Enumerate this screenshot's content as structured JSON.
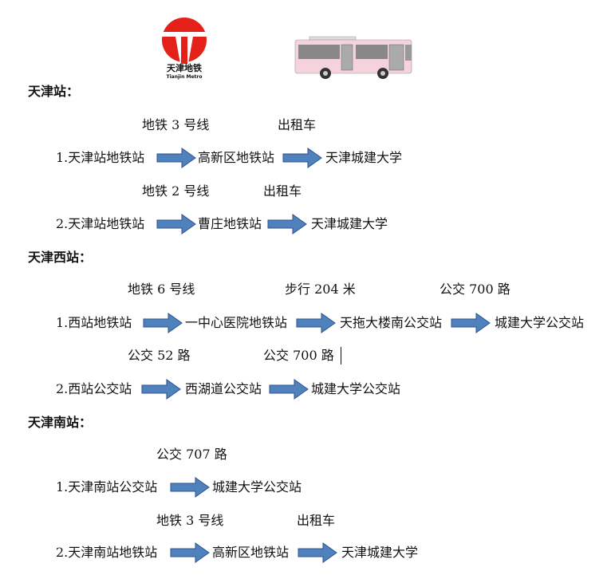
{
  "logos": {
    "metro_text": "天津地铁",
    "metro_subtext": "Tianjin Metro"
  },
  "colors": {
    "arrow_fill": "#4f81bd",
    "arrow_stroke": "#2f528f",
    "metro_red": "#e32119",
    "bus_pink": "#f4d3dc"
  },
  "sections": [
    {
      "title": "天津站：",
      "routes": [
        {
          "labels": [
            "地铁 3 号线",
            "出租车"
          ],
          "stops": [
            "1.天津站地铁站",
            "高新区地铁站",
            "天津城建大学"
          ]
        },
        {
          "labels": [
            "地铁 2 号线",
            "出租车"
          ],
          "stops": [
            "2.天津站地铁站",
            "曹庄地铁站",
            "天津城建大学"
          ]
        }
      ]
    },
    {
      "title": "天津西站：",
      "routes": [
        {
          "labels": [
            "地铁 6 号线",
            "步行 204 米",
            "公交 700 路"
          ],
          "stops": [
            "1.西站地铁站",
            "一中心医院地铁站",
            "天拖大楼南公交站",
            "城建大学公交站"
          ]
        },
        {
          "labels": [
            "公交 52 路",
            "公交 700 路"
          ],
          "stops": [
            "2.西站公交站",
            "西湖道公交站",
            "城建大学公交站"
          ]
        }
      ]
    },
    {
      "title": "天津南站：",
      "routes": [
        {
          "labels": [
            "公交 707 路"
          ],
          "stops": [
            "1.天津南站公交站",
            "城建大学公交站"
          ]
        },
        {
          "labels": [
            "地铁 3 号线",
            "出租车"
          ],
          "stops": [
            "2.天津南站地铁站",
            "高新区地铁站",
            "天津城建大学"
          ]
        }
      ]
    }
  ]
}
